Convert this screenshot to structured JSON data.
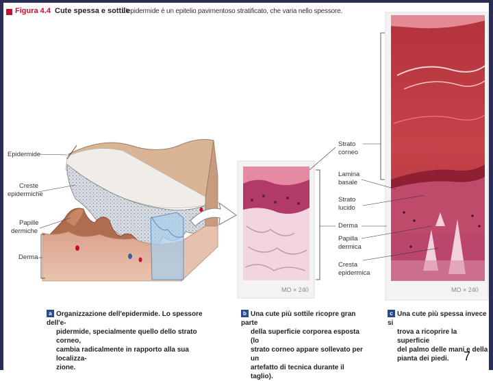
{
  "header": {
    "figure_label": "Figura 4.4",
    "figure_title": "Cute spessa e sottile",
    "figure_caption": "L'epidermide è un epitelio pavimentoso stratificato, che varia nello spessore."
  },
  "diagram_labels": {
    "epidermide": "Epidermide",
    "creste_epidermiche": [
      "Creste",
      "epidermiche"
    ],
    "papille_dermiche": [
      "Papille",
      "dermiche"
    ],
    "derma": "Derma"
  },
  "micro_labels": {
    "strato_corneo": [
      "Strato",
      "corneo"
    ],
    "lamina_basale": [
      "Lamina",
      "basale"
    ],
    "strato_lucido": [
      "Strato",
      "lucido"
    ],
    "derma": "Derma",
    "papilla_dermica": [
      "Papilla",
      "dermica"
    ],
    "cresta_epidermica": [
      "Cresta",
      "epidermica"
    ]
  },
  "magnification": {
    "b": "MO × 240",
    "c": "MO × 240"
  },
  "captions": {
    "a": {
      "letter": "a",
      "lines": [
        "Organizzazione dell'epidermide. Lo spessore dell'e-",
        "pidermide, specialmente quello dello strato corneo,",
        "cambia radicalmente in rapporto alla sua localizza-",
        "zione."
      ]
    },
    "b": {
      "letter": "b",
      "lines": [
        "Una cute più sottile ricopre gran parte",
        "della superficie corporea esposta (lo",
        "strato corneo appare sollevato per un",
        "artefatto di tecnica durante il taglio)."
      ]
    },
    "c": {
      "letter": "c",
      "lines": [
        "Una cute più spessa invece si",
        "trova a ricoprire la superficie",
        "del palmo delle mani e della",
        "pianta dei piedi."
      ]
    }
  },
  "page_number": "7",
  "colors": {
    "frame": "#2b2d55",
    "accent_red": "#c8102e",
    "caption_letter_bg": "#2b4a8b"
  }
}
